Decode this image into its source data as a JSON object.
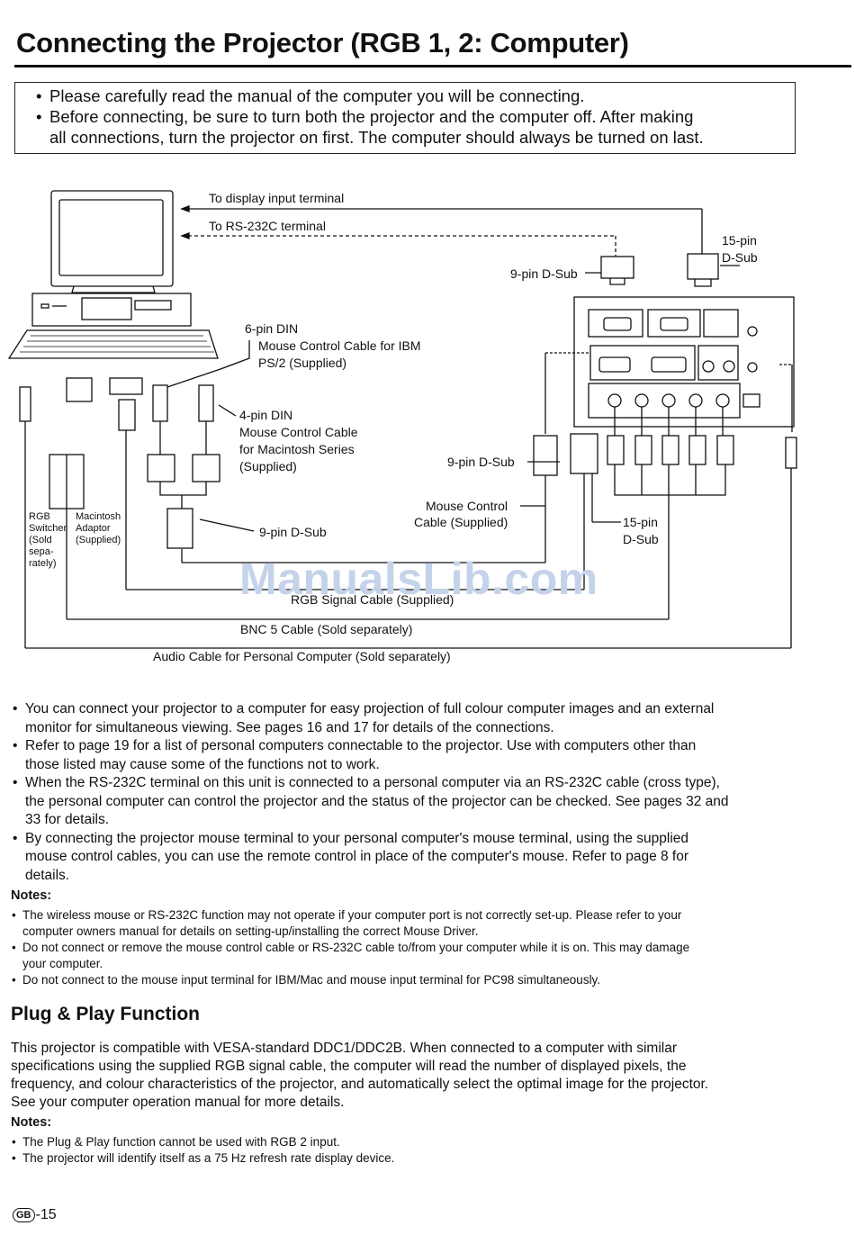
{
  "page_title": "Connecting the Projector (RGB 1, 2: Computer)",
  "notice_items": [
    "Please carefully read the manual of the computer you will be connecting.",
    "Before connecting, be sure to turn both the projector and the computer off. After making",
    "all connections, turn the projector on first. The computer should always be turned on last."
  ],
  "diagram": {
    "to_display_input": "To display input terminal",
    "to_rs232c": "To RS-232C terminal",
    "pin15_dsub_top": [
      "15-pin",
      "D-Sub"
    ],
    "pin9_dsub_top": "9-pin D-Sub",
    "pin6_din": [
      "6-pin DIN",
      "Mouse Control Cable for IBM",
      "PS/2 (Supplied)"
    ],
    "pin4_din": [
      "4-pin DIN",
      "Mouse Control Cable",
      "for Macintosh Series",
      "(Supplied)"
    ],
    "pin9_dsub_right": "9-pin D-Sub",
    "mouse_control_cable": [
      "Mouse Control",
      "Cable (Supplied)"
    ],
    "pin15_dsub_bottom": [
      "15-pin",
      "D-Sub"
    ],
    "pin9_dsub_bottom": "9-pin D-Sub",
    "rgb_switcher": [
      "RGB",
      "Switcher",
      "(Sold",
      "sepa-",
      "rately)"
    ],
    "mac_adaptor": [
      "Macintosh",
      "Adaptor",
      "(Supplied)"
    ],
    "rgb_signal_cable": "RGB Signal Cable (Supplied)",
    "bnc5_cable": "BNC 5 Cable (Sold separately)",
    "audio_cable": "Audio Cable for Personal Computer (Sold separately)"
  },
  "watermark": "ManualsLib.com",
  "body_bullets": [
    [
      "You can connect your projector to a computer for easy projection of full colour computer images and an external",
      "monitor for simultaneous viewing. See pages 16 and 17 for details of the connections."
    ],
    [
      "Refer to page 19 for a list of personal computers connectable to the projector. Use with computers other than",
      "those listed may cause some of the functions not to work."
    ],
    [
      "When the RS-232C terminal on this unit is connected to a personal computer via an RS-232C cable (cross type),",
      "the personal computer can control the projector and the status of the projector can be checked. See pages 32 and",
      "33 for details."
    ],
    [
      "By connecting the projector mouse terminal to your personal computer's mouse terminal, using the supplied",
      "mouse control cables, you can use the remote control in place of the computer's mouse. Refer to page 8 for",
      "details."
    ]
  ],
  "notes_label": "Notes:",
  "notes1": [
    [
      "The wireless mouse or RS-232C function may not operate if your computer port is not correctly set-up. Please refer to your",
      "computer owners manual for details on setting-up/installing the correct Mouse Driver."
    ],
    [
      "Do not connect or remove the mouse control cable or RS-232C cable to/from your computer while it is on.  This may damage",
      "your computer."
    ],
    [
      "Do not connect to the mouse input terminal for IBM/Mac and mouse input terminal for PC98 simultaneously."
    ]
  ],
  "section2_title": "Plug & Play Function",
  "section2_para": [
    "This projector is compatible with VESA-standard DDC1/DDC2B. When connected to a computer with similar",
    "specifications using the supplied RGB signal cable, the computer will read the number of displayed pixels, the",
    "frequency, and colour characteristics of the projector, and automatically select the optimal image for the projector.",
    "See your computer operation manual for more details."
  ],
  "notes2": [
    "The Plug & Play function cannot be used with RGB 2 input.",
    "The projector will identify itself as a 75 Hz refresh rate display device."
  ],
  "page_badge": "GB",
  "page_number": "-15"
}
